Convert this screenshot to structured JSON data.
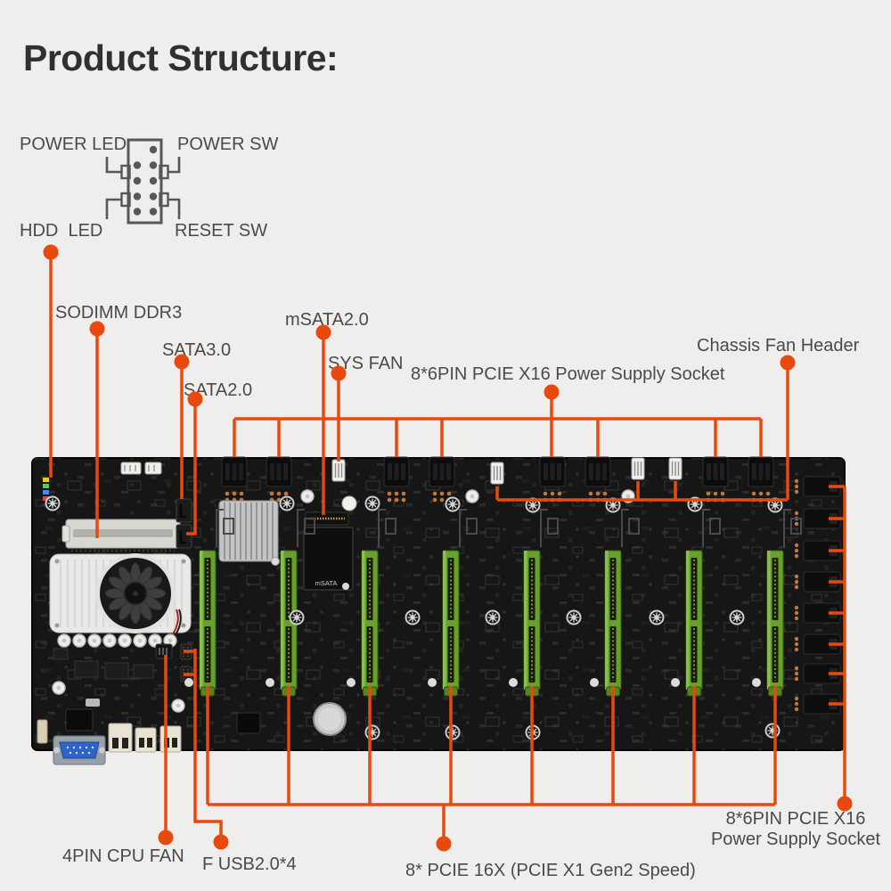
{
  "title": "Product Structure:",
  "front_panel_diagram": {
    "power_led": "POWER LED",
    "power_sw": "POWER SW",
    "hdd_led": "HDD  LED",
    "reset_sw": "RESET SW"
  },
  "callouts": {
    "hdd_led_target": "HDD LED",
    "sodimm": "SODIMM DDR3",
    "sata3": "SATA3.0",
    "sata2": "SATA2.0",
    "msata": "mSATA2.0",
    "sys_fan": "SYS FAN",
    "psu_top": "8*6PIN PCIE X16 Power Supply Socket",
    "chassis_fan": "Chassis Fan Header",
    "cpu_fan": "4PIN CPU FAN",
    "front_usb": "F USB2.0*4",
    "pcie_slots": "8* PCIE 16X (PCIE X1 Gen2 Speed)",
    "psu_right_line1": "8*6PIN PCIE X16",
    "psu_right_line2": "Power Supply Socket"
  },
  "board": {
    "silkscreen_msata": "mSATA",
    "pcie_slot_count": 8,
    "top_power_socket_count": 8,
    "right_power_socket_count": 8
  },
  "colors": {
    "background": "#efeeec",
    "accent": "#e8490f",
    "label_text": "#4a4a4a",
    "title_text": "#303030",
    "diagram_gray": "#575757",
    "pcb": "#161616",
    "slot_green": "#67a02a",
    "vga_blue": "#2f63c5"
  }
}
